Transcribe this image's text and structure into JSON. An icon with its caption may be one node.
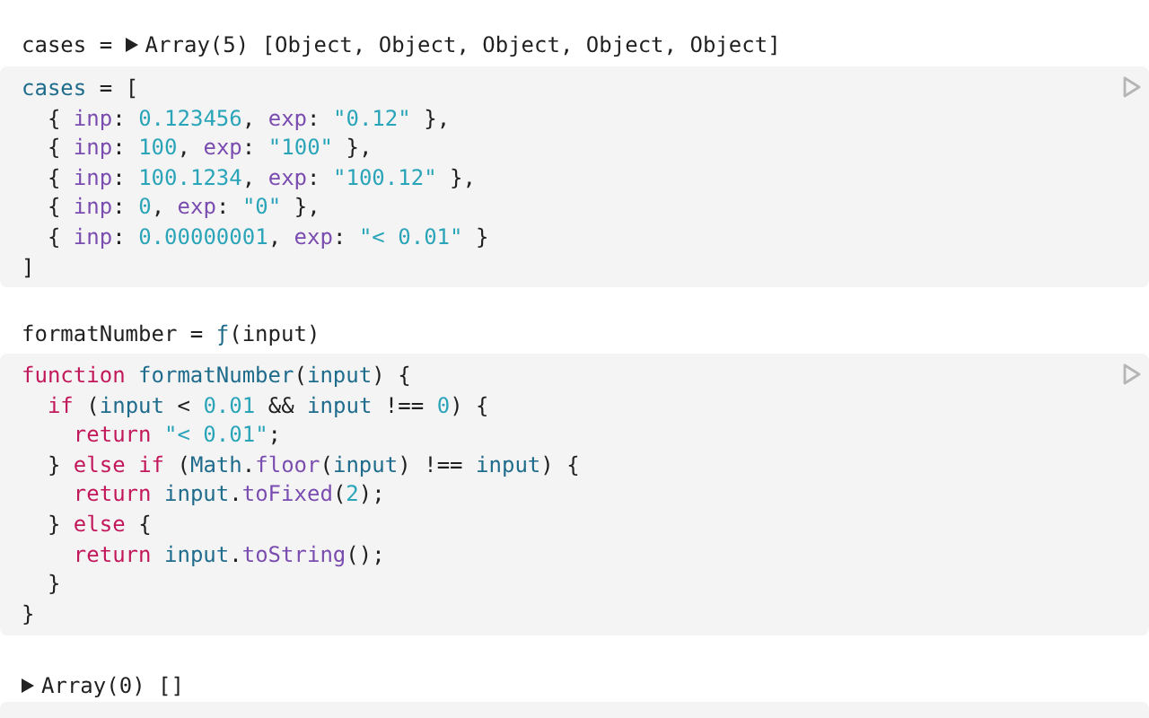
{
  "diagram": {
    "nodes": [
      {
        "text": [
          "cases = [",
          "  { inp: 0.123456, exp: \"0.12\" },",
          "  { inp: 100, exp: \"100\" },",
          "  { inp: 100.1234, exp: \"100.12\" },",
          "  { inp: 0, exp: \"0\" },",
          "  { inp: 0.00000001, exp: \"< 0.01\" }",
          "]"
        ]
      },
      {
        "text": [
          "function formatNumber(input) {",
          "  if (input < 0.01 && input !== 0) {",
          "    return \"< 0.01\";",
          "  } else if (Math.floor(input) !== input) {",
          "    return input.toFixed(2);",
          "  } else {",
          "    return input.toString();",
          "  }",
          "}"
        ]
      },
      {
        "text": [],
        "shape": "box"
      }
    ],
    "labels": [
      "cases = ",
      "Array(5) [Object, Object, Object, Object, Object]",
      "formatNumber = ",
      "ƒ",
      "(input)",
      "Array(0) []"
    ]
  }
}
